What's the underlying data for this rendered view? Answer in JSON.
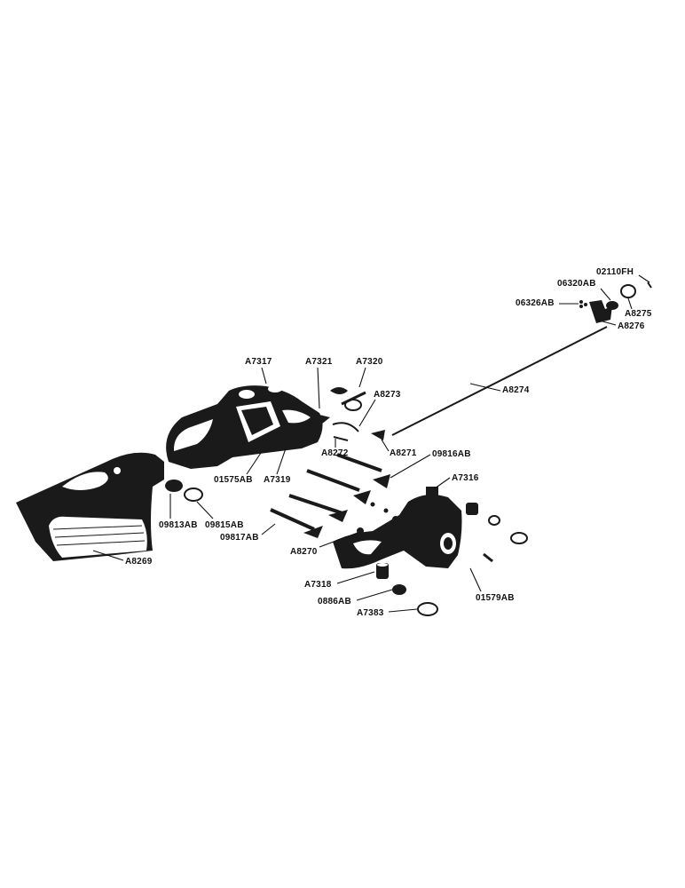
{
  "labels": {
    "p02110FH": "02110FH",
    "p06320AB": "06320AB",
    "p06326AB": "06326AB",
    "pA8275": "A8275",
    "pA8276": "A8276",
    "pA8274": "A8274",
    "pA7317": "A7317",
    "pA7321": "A7321",
    "pA7320": "A7320",
    "pA8273": "A8273",
    "pA8272": "A8272",
    "pA8271": "A8271",
    "p09816AB": "09816AB",
    "pA7316": "A7316",
    "p01575AB": "01575AB",
    "pA7319": "A7319",
    "p09813AB": "09813AB",
    "p09815AB": "09815AB",
    "p09817AB": "09817AB",
    "pA8270": "A8270",
    "pA8269": "A8269",
    "pA7318": "A7318",
    "p0886AB": "0886AB",
    "pA7383": "A7383",
    "p01579AB": "01579AB"
  }
}
